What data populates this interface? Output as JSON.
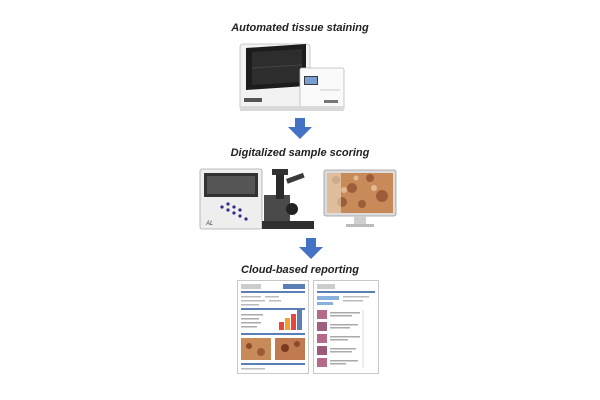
{
  "steps": [
    {
      "title": "Automated tissue staining",
      "image": "tissue-stainer-machine"
    },
    {
      "title": "Digitalized sample scoring",
      "image": "slide-scanner-microscope-and-monitor"
    },
    {
      "title": "Cloud-based reporting",
      "image": "report-documents"
    }
  ],
  "colors": {
    "arrow": "#4472c4",
    "report_header": "#5b7fb5",
    "report_red": "#e8453c",
    "report_orange": "#f3a033"
  }
}
